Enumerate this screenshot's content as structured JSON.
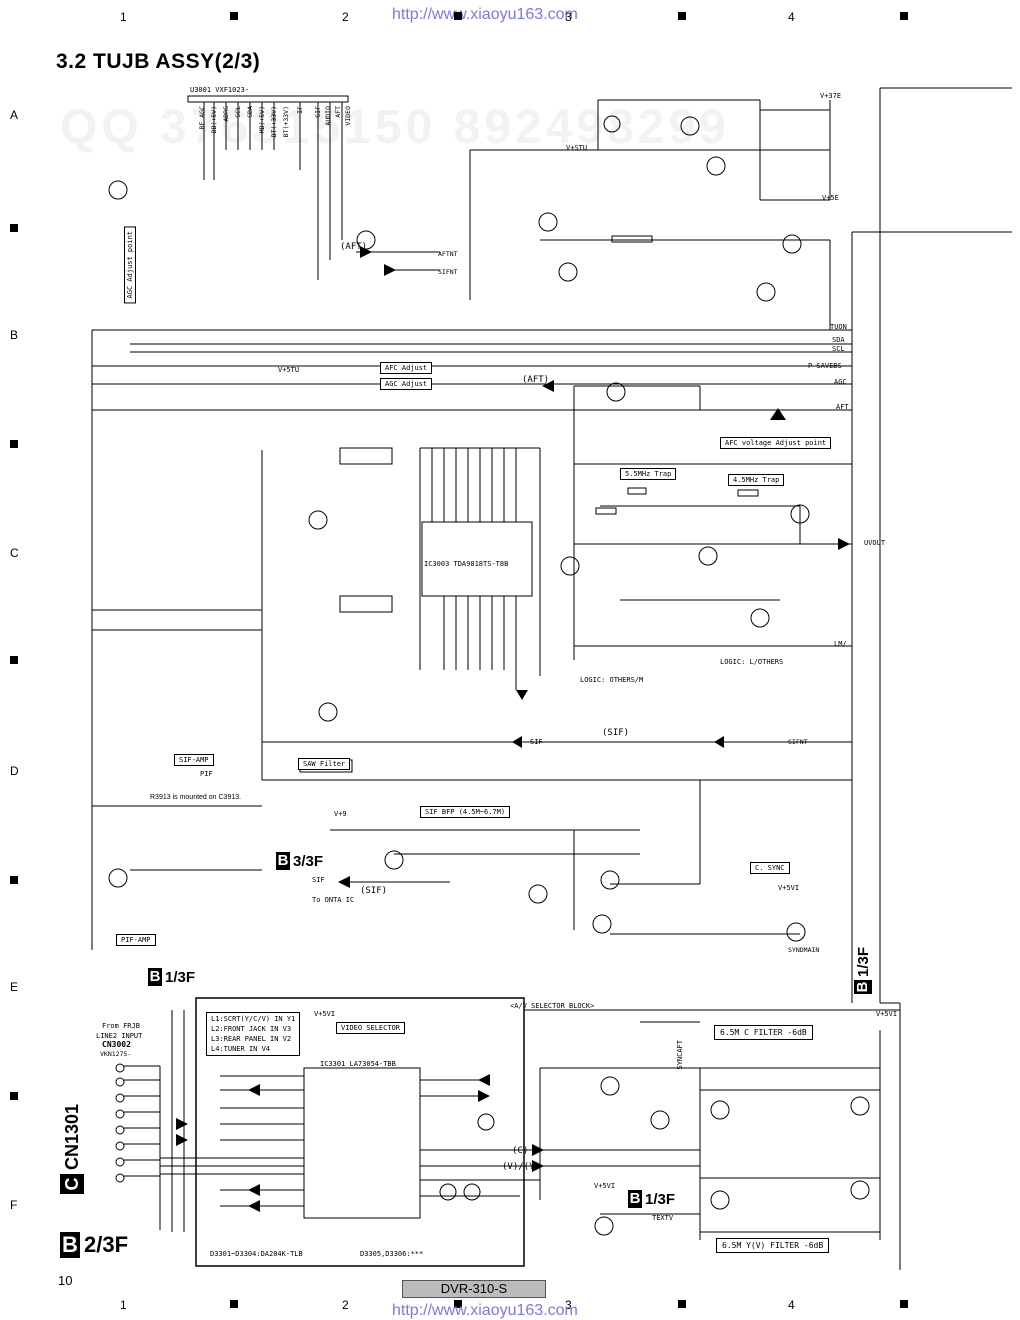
{
  "header": {
    "url": "http://www.xiaoyu163.com",
    "columns": [
      "1",
      "2",
      "3",
      "4"
    ],
    "rows": [
      "A",
      "B",
      "C",
      "D",
      "E",
      "F"
    ]
  },
  "title": "3.2 TUJB ASSY(2/3)",
  "footer": {
    "model": "DVR-310-S",
    "page": "10",
    "url": "http://www.xiaoyu163.com"
  },
  "watermarks": [
    "QQ 376315150 892498299"
  ],
  "tuner": {
    "ref": "U3001 VXF1023-",
    "pins": [
      "RF AGC",
      "BB(+5V)",
      "ADRS",
      "SCL",
      "SDA",
      "MB(+5V)",
      "BT(+33V)",
      "BT(+33V)",
      "IF",
      "SIF",
      "AUDIO",
      "AFT",
      "VIDEO"
    ],
    "agc_adjust": "AGC Adjust point"
  },
  "labels": {
    "aft": "(AFT)",
    "aft_in": "AFTNT",
    "sifnt": "SIFNT",
    "afc_adjust": "AFC Adjust",
    "agc_adjust2": "AGC Adjust",
    "afc_voltage": "AFC voltage Adjust point",
    "trap55": "5.5MHz Trap",
    "trap45": "4.5MHz Trap",
    "uvout": "UVOUT",
    "lm": "LM/",
    "logic_others": "LOGIC: L/OTHERS",
    "logic_others_m": "LOGIC: OTHERS/M",
    "sif": "SIF",
    "sif_paren": "(SIF)",
    "sif_amp": "SIF-AMP",
    "pif": "PIF",
    "pif_amp": "PIF-AMP",
    "r3913_note": "R3913 is mounted on C3913.",
    "saw_filter": "SAW Filter",
    "sif_bfp": "SIF BFP (4.5M~6.7M)",
    "to_onta": "To ONTA IC",
    "c_sync": "C. SYNC",
    "syndmain": "SYNDMAIN",
    "av_block": "<A/V SELECTOR BLOCK>",
    "video_selector": "VIDEO SELECTOR",
    "c_filter": "6.5M C FILTER -6dB",
    "y_filter": "6.5M Y(V) FILTER -6dB",
    "legend": [
      "L1:SCRT(Y/C/V) IN Y1",
      "L2:FRONT JACK IN V3",
      "L3:REAR PANEL IN V2",
      "L4:TUNER IN V4"
    ],
    "cn3002_from": "From FRJB",
    "cn3002_line": "LINE2 INPUT",
    "cn3002": "CN3002",
    "cn3002_part": "VKN1275-",
    "diode_note": "D3301~D3304:DA204K-TLB",
    "diode_note2": "D3305,D3306:***",
    "textv": "TEXTV",
    "sync_aft": "SYNCAFT",
    "c_label": "(C)",
    "vy_label": "(V)/(Y)",
    "tuon": "TUON",
    "sda": "SDA",
    "scl": "SCL",
    "p_savebs": "P SAVEBS",
    "agc": "AGC",
    "aft_out": "AFT",
    "v_37e": "V+37E",
    "v_5e": "V+5E",
    "v_stu": "V+STU",
    "v_5tu": "V+5TU",
    "v_9": "V+9",
    "v_5vi": "V+5VI",
    "ic3003": "IC3003 TDA9818TS-T8B",
    "ic3301": "IC3301 LA73054-TBB"
  },
  "blocks": {
    "b1_top": {
      "letter": "B",
      "text": "1/3F"
    },
    "b3": {
      "letter": "B",
      "text": "3/3F"
    },
    "b1_right": {
      "letter": "B",
      "text": "1/3F"
    },
    "b1_bottom": {
      "letter": "B",
      "text": "1/3F"
    },
    "b2": {
      "letter": "B",
      "text": "2/3F"
    },
    "cn1301": {
      "letter": "C",
      "text": "CN1301"
    }
  }
}
